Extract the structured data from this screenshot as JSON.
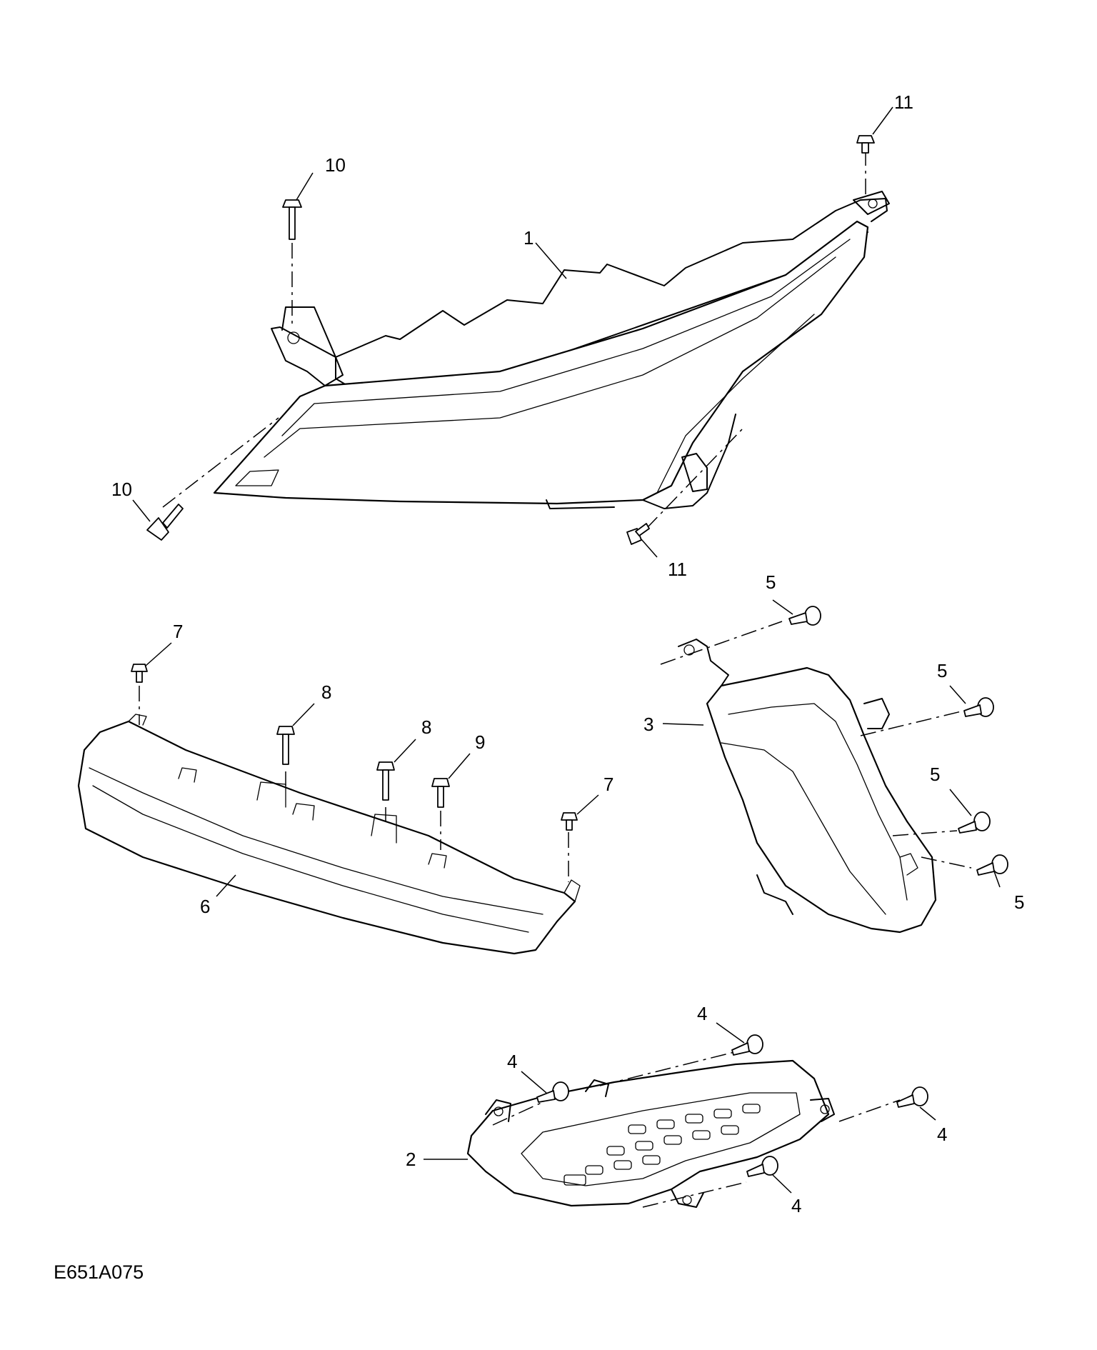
{
  "figure_id": "E651A075",
  "callouts": {
    "c1": "1",
    "c2": "2",
    "c3": "3",
    "c4a": "4",
    "c4b": "4",
    "c4c": "4",
    "c4d": "4",
    "c5a": "5",
    "c5b": "5",
    "c5c": "5",
    "c5d": "5",
    "c6": "6",
    "c7a": "7",
    "c7b": "7",
    "c8a": "8",
    "c8b": "8",
    "c9": "9",
    "c10a": "10",
    "c10b": "10",
    "c11a": "11",
    "c11b": "11"
  }
}
